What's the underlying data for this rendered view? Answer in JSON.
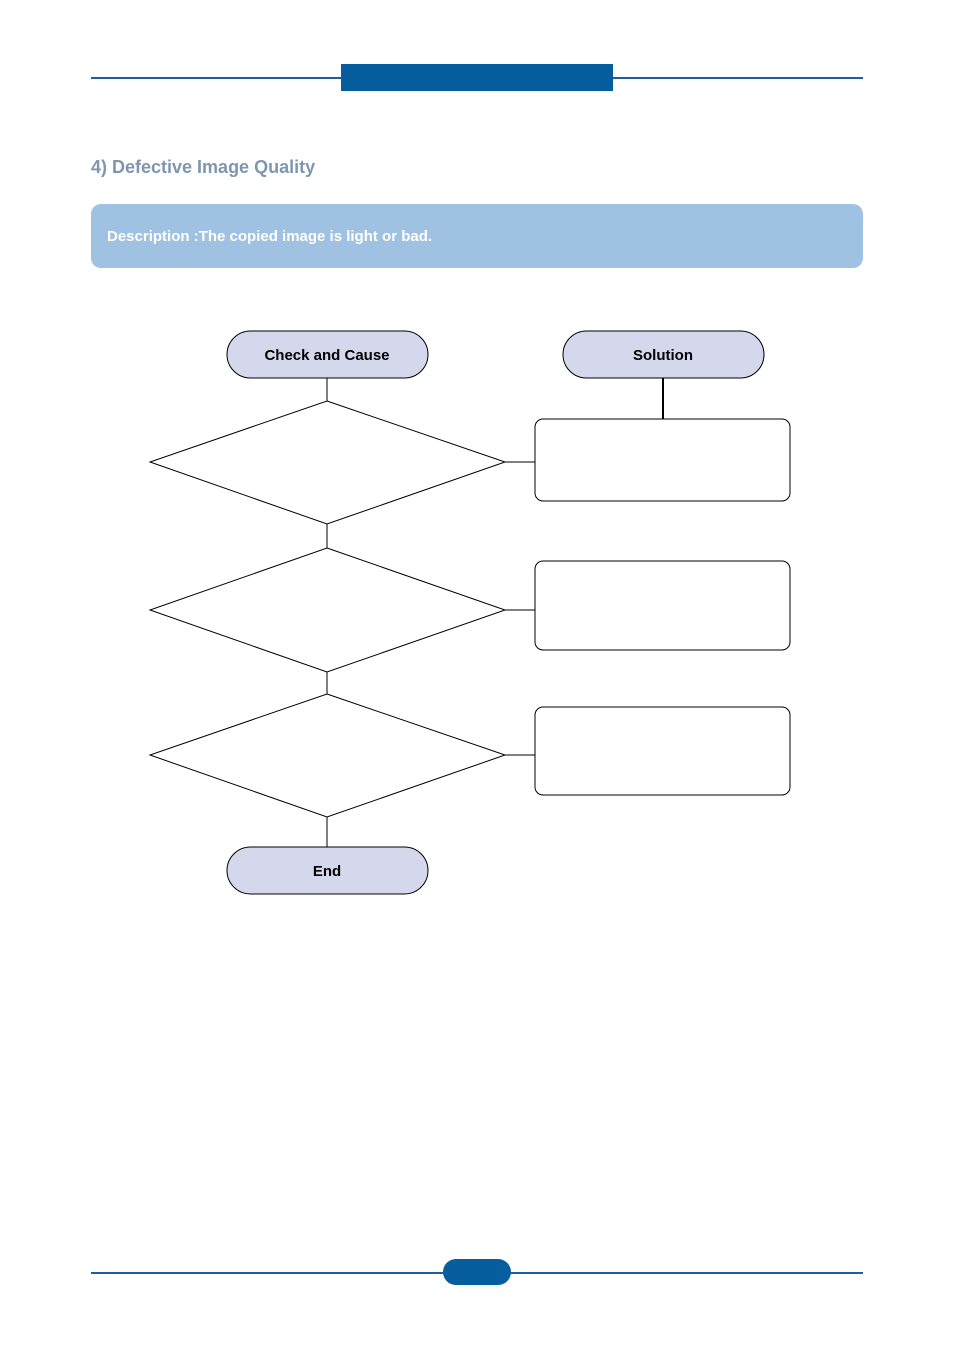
{
  "section": {
    "title": "4) Defective Image Quality"
  },
  "description": {
    "label": "Description :",
    "text": "The copied image is light or bad."
  },
  "flowchart": {
    "check_header": "Check and Cause",
    "solution_header": "Solution",
    "end_label": "End",
    "steps": [
      {
        "check": "",
        "solution": ""
      },
      {
        "check": "",
        "solution": ""
      },
      {
        "check": "",
        "solution": ""
      }
    ]
  },
  "colors": {
    "accent": "#075e9f",
    "rule": "#1f5f99",
    "title": "#7e96b0",
    "description_bg": "#a0c2e2",
    "terminal_fill": "#d5d8ed"
  }
}
